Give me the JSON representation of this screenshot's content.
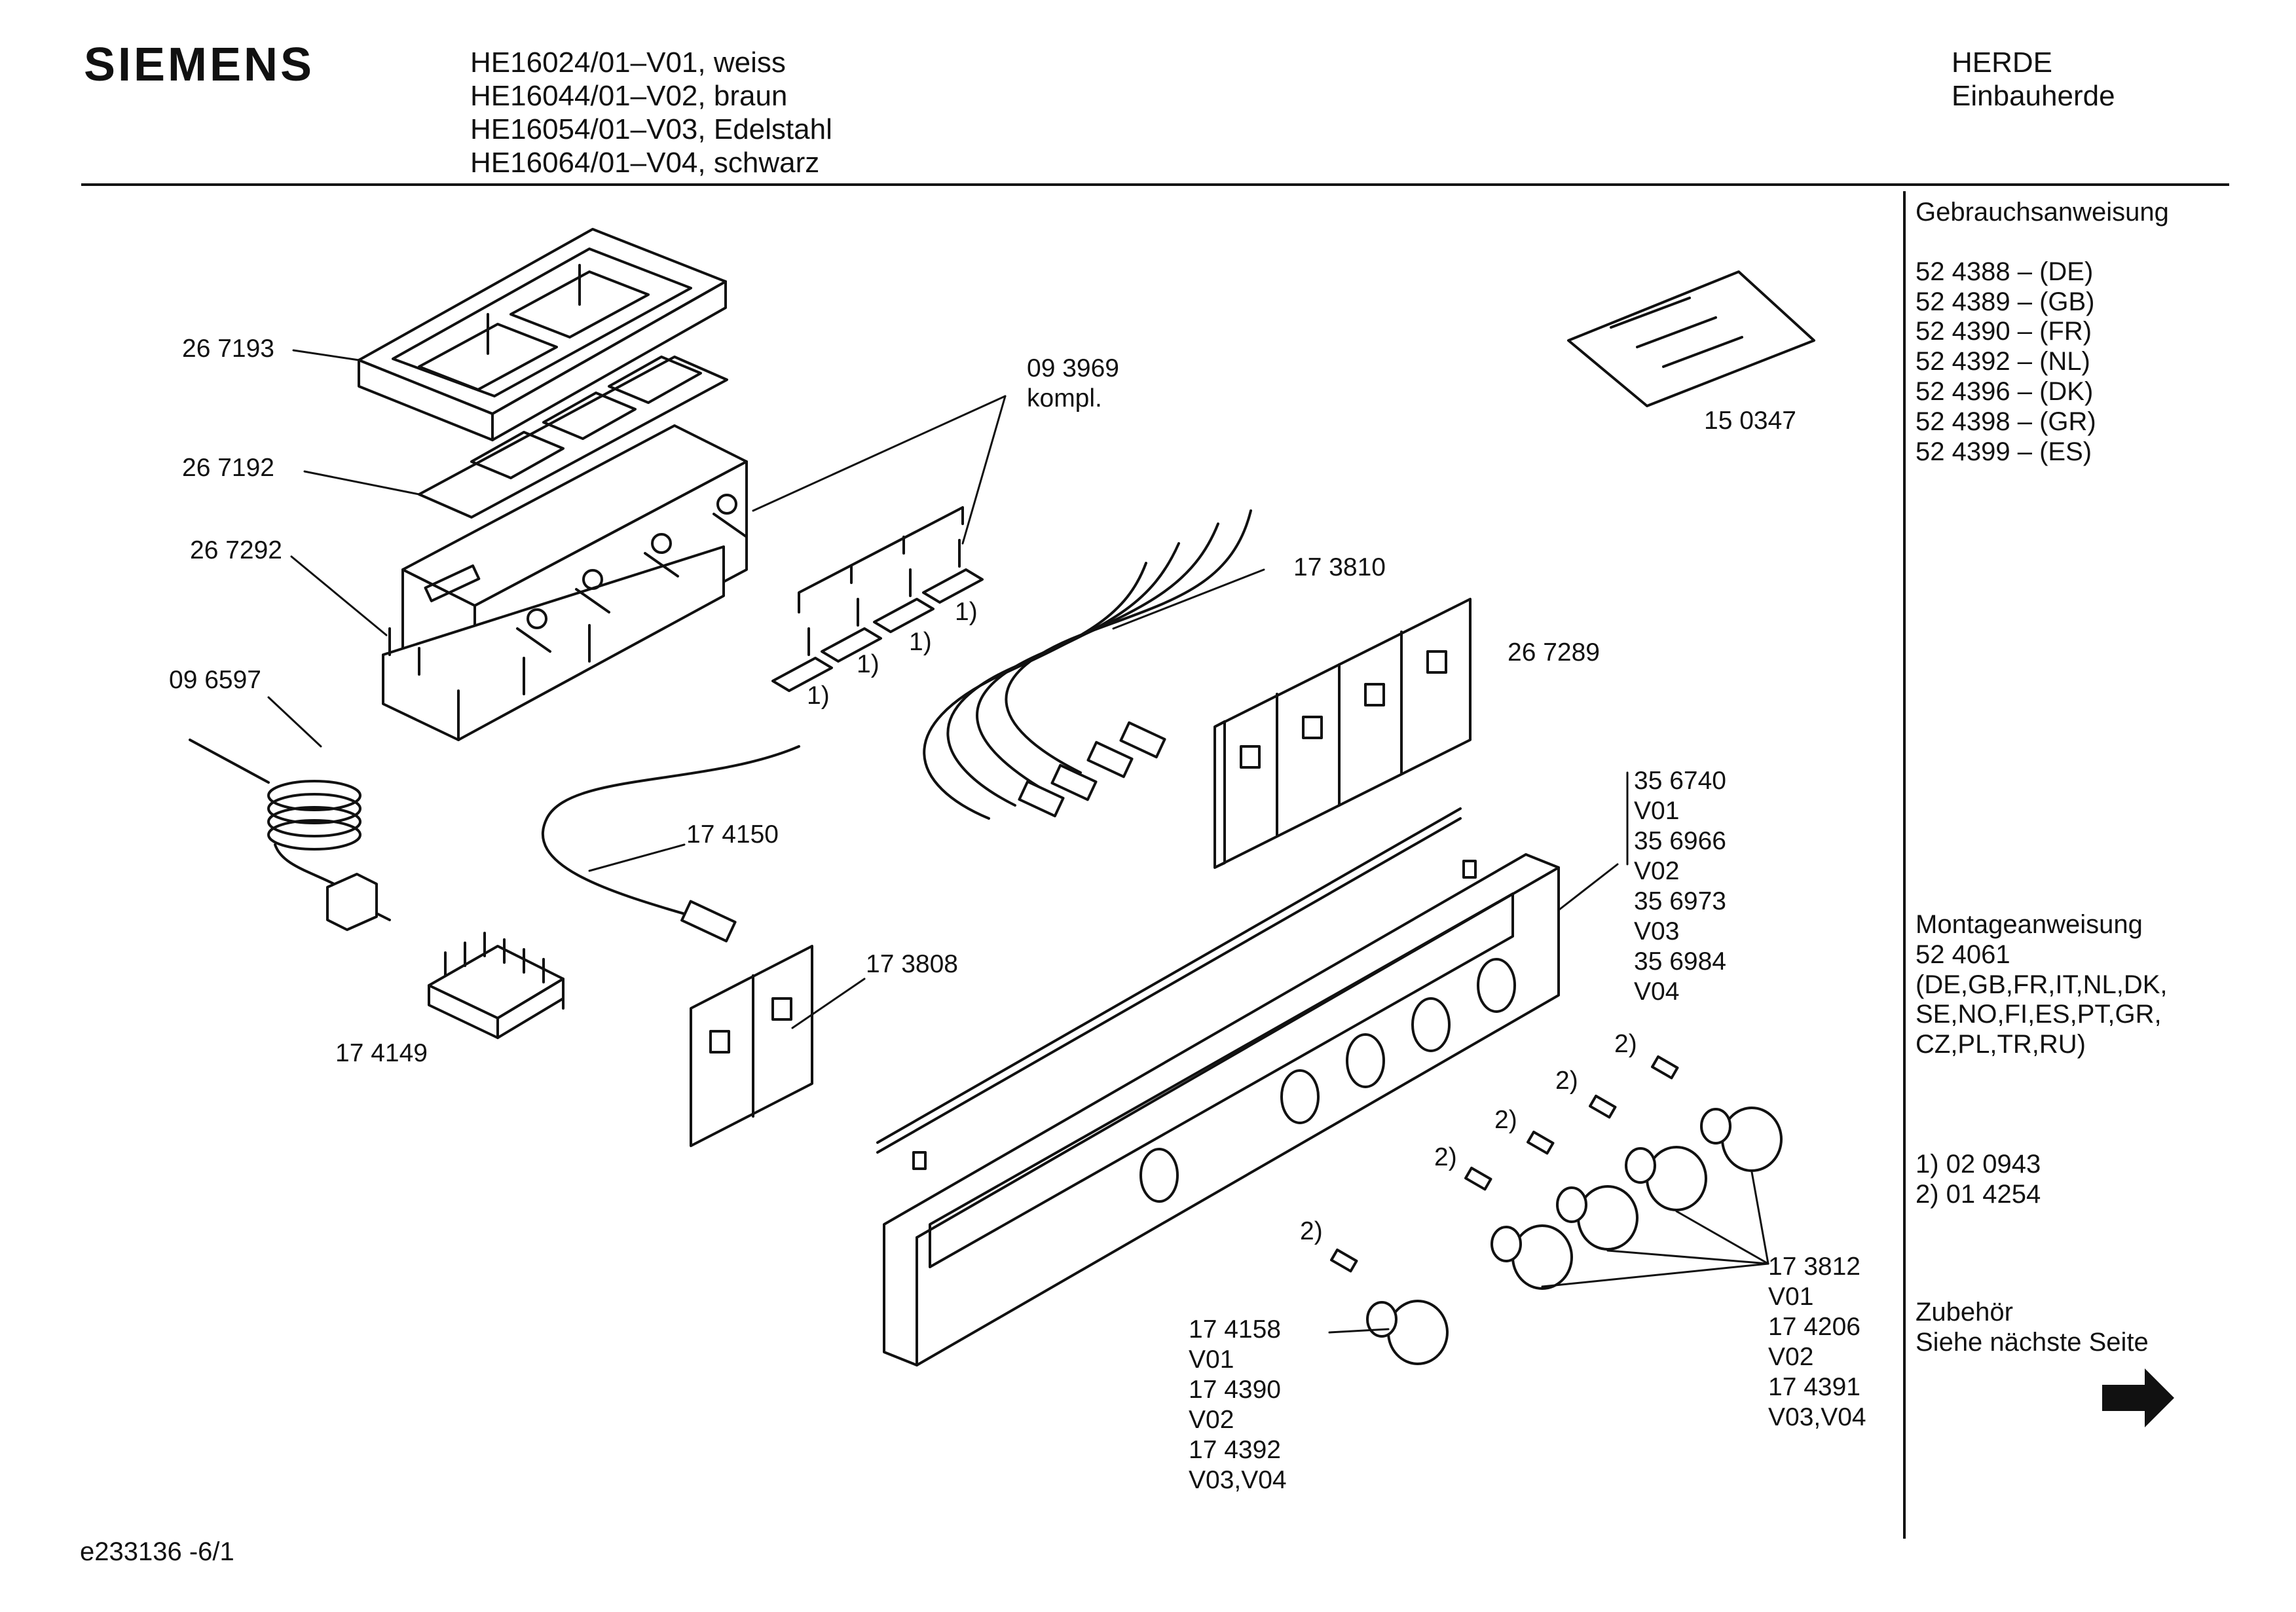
{
  "header": {
    "brand": "SIEMENS",
    "models": [
      "HE16024/01–V01, weiss",
      "HE16044/01–V02, braun",
      "HE16054/01–V03, Edelstahl",
      "HE16064/01–V04, schwarz"
    ],
    "category": [
      "HERDE",
      "Einbauherde"
    ]
  },
  "sidebar": {
    "manual_title": "Gebrauchsanweisung",
    "manual_items": [
      "52 4388 – (DE)",
      "52 4389 – (GB)",
      "52 4390 – (FR)",
      "52 4392 – (NL)",
      "52 4396 – (DK)",
      "52 4398 – (GR)",
      "52 4399 – (ES)"
    ],
    "mounting_title": "Montageanweisung",
    "mounting_lines": [
      "52 4061",
      "(DE,GB,FR,IT,NL,DK,",
      "SE,NO,FI,ES,PT,GR,",
      "CZ,PL,TR,RU)"
    ],
    "notes": [
      "1)  02 0943",
      "2)  01 4254"
    ],
    "accessories_lines": [
      "Zubehör",
      "Siehe nächste Seite"
    ]
  },
  "labels": {
    "p267193": "26 7193",
    "p267192": "26 7192",
    "p267292": "26 7292",
    "p096597": "09 6597",
    "p174149": "17 4149",
    "p093969": [
      "09 3969",
      "kompl."
    ],
    "p150347": "15 0347",
    "p173810": "17 3810",
    "p267289": "26 7289",
    "p174150": "17 4150",
    "p173808": "17 3808",
    "fascia": [
      "35 6740",
      "V01",
      "35 6966",
      "V02",
      "35 6973",
      "V03",
      "35 6984",
      "V04"
    ],
    "knob_small": [
      "17 4158",
      "V01",
      "17 4390",
      "V02",
      "17 4392",
      "V03,V04"
    ],
    "knobs": [
      "17 3812",
      "V01",
      "17 4206",
      "V02",
      "17 4391",
      "V03,V04"
    ],
    "note1": "1)",
    "note2": "2)"
  },
  "footer": {
    "doc_id": "e233136 -6/1"
  }
}
